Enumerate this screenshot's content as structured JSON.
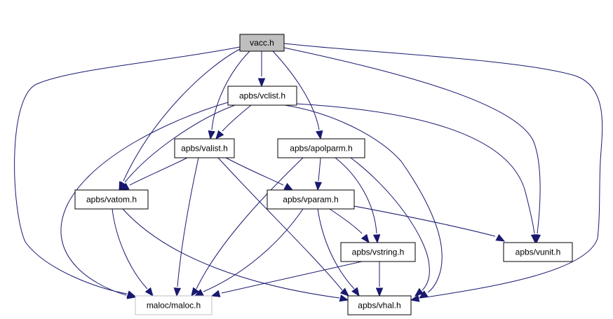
{
  "diagram": {
    "colors": {
      "edge": "#191970",
      "root_fill": "#bfbfbf",
      "node_fill": "#ffffff",
      "node_border": "#000000",
      "faded_border": "#bfbfbf"
    },
    "nodes": [
      {
        "id": "vacc",
        "label": "vacc.h",
        "style": "root"
      },
      {
        "id": "vclist",
        "label": "apbs/vclist.h",
        "style": "normal"
      },
      {
        "id": "valist",
        "label": "apbs/valist.h",
        "style": "normal"
      },
      {
        "id": "apolparm",
        "label": "apbs/apolparm.h",
        "style": "normal"
      },
      {
        "id": "vatom",
        "label": "apbs/vatom.h",
        "style": "normal"
      },
      {
        "id": "vparam",
        "label": "apbs/vparam.h",
        "style": "normal"
      },
      {
        "id": "vstring",
        "label": "apbs/vstring.h",
        "style": "normal"
      },
      {
        "id": "vunit",
        "label": "apbs/vunit.h",
        "style": "normal"
      },
      {
        "id": "maloc",
        "label": "maloc/maloc.h",
        "style": "faded"
      },
      {
        "id": "vhal",
        "label": "apbs/vhal.h",
        "style": "normal"
      }
    ],
    "edges": [
      {
        "from": "vacc",
        "to": "vclist"
      },
      {
        "from": "vacc",
        "to": "valist"
      },
      {
        "from": "vacc",
        "to": "vatom"
      },
      {
        "from": "vacc",
        "to": "apolparm"
      },
      {
        "from": "vacc",
        "to": "vunit"
      },
      {
        "from": "vacc",
        "to": "maloc"
      },
      {
        "from": "vacc",
        "to": "vhal"
      },
      {
        "from": "vclist",
        "to": "valist"
      },
      {
        "from": "vclist",
        "to": "vatom"
      },
      {
        "from": "vclist",
        "to": "maloc"
      },
      {
        "from": "vclist",
        "to": "vunit"
      },
      {
        "from": "vclist",
        "to": "vhal"
      },
      {
        "from": "valist",
        "to": "vatom"
      },
      {
        "from": "valist",
        "to": "vparam"
      },
      {
        "from": "valist",
        "to": "maloc"
      },
      {
        "from": "valist",
        "to": "vhal"
      },
      {
        "from": "apolparm",
        "to": "vparam"
      },
      {
        "from": "apolparm",
        "to": "vstring"
      },
      {
        "from": "apolparm",
        "to": "maloc"
      },
      {
        "from": "apolparm",
        "to": "vhal"
      },
      {
        "from": "vatom",
        "to": "maloc"
      },
      {
        "from": "vatom",
        "to": "vhal"
      },
      {
        "from": "vparam",
        "to": "vstring"
      },
      {
        "from": "vparam",
        "to": "vunit"
      },
      {
        "from": "vparam",
        "to": "maloc"
      },
      {
        "from": "vparam",
        "to": "vhal"
      },
      {
        "from": "vstring",
        "to": "maloc"
      },
      {
        "from": "vstring",
        "to": "vhal"
      }
    ]
  }
}
